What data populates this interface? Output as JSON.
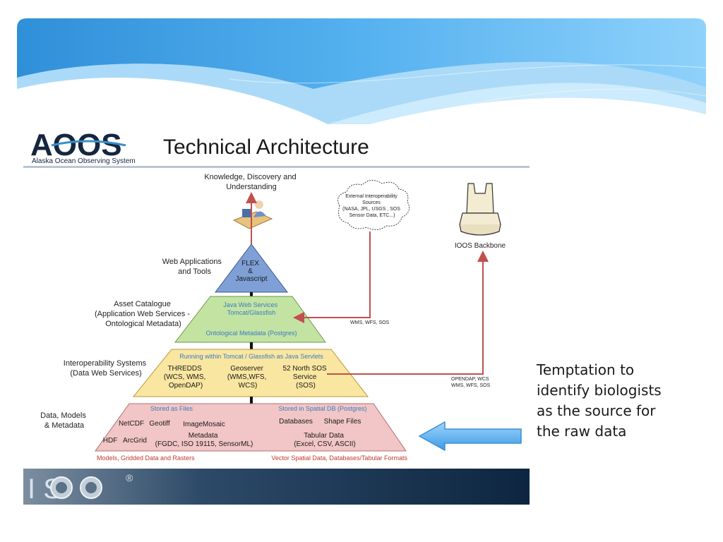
{
  "slide": {
    "caption_lines": [
      "Temptation to",
      "identify biologists",
      "as the source for",
      "the raw data"
    ]
  },
  "figure": {
    "logo": {
      "letters": "AOOS",
      "tagline": "Alaska Ocean Observing System"
    },
    "title": "Technical Architecture",
    "top_label": [
      "Knowledge, Discovery and",
      "Understanding"
    ],
    "external_sources": [
      "External Interoperability",
      "Sources",
      "(NASA, JPL, USGS , SOS",
      "Sensor Data, ETC...)"
    ],
    "backbone_label": "IOOS Backbone",
    "tiers": {
      "web_apps": {
        "side_label": [
          "Web Applications",
          "and Tools"
        ],
        "content": [
          "FLEX",
          "&",
          "Javascript"
        ]
      },
      "asset_catalogue": {
        "side_label": [
          "Asset Catalogue",
          "(Application Web Services -",
          "Ontological Metadata)"
        ],
        "title": [
          "Java Web Services",
          "Tomcat/Glassfish"
        ],
        "footer": "Ontological Metadata (Postgres)"
      },
      "interop": {
        "side_label": [
          "Interoperability Systems",
          "(Data Web Services)"
        ],
        "header": "Running within Tomcat / Glassfish as Java Servlets",
        "items": [
          [
            "THREDDS",
            "(WCS, WMS,",
            "OpenDAP)"
          ],
          [
            "Geoserver",
            "(WMS,WFS,",
            "WCS)"
          ],
          [
            "52 North SOS",
            "Service",
            "(SOS)"
          ]
        ]
      },
      "data": {
        "side_label": [
          "Data, Models",
          "& Metadata"
        ],
        "left_header": "Stored as Files",
        "right_header": "Stored in Spatial DB (Postgres)",
        "netcdf": "NetCDF",
        "geotiff": "Geotiff",
        "imagemosaic": "ImageMosaic",
        "hdf": "HDF",
        "arcgrid": "ArcGrid",
        "metadata": [
          "Metadata",
          "(FGDC, ISO 19115, SensorML)"
        ],
        "databases": "Databases",
        "shapefiles": "Shape Files",
        "tabular": [
          "Tabular Data",
          "(Excel, CSV, ASCII)"
        ],
        "bottom_left": "Models, Gridded Data and Rasters",
        "bottom_right": "Vector Spatial Data, Databases/Tabular Formats"
      }
    },
    "flow_labels": {
      "wms_wfs_sos": "WMS, WFS, SOS",
      "opendap": [
        "OPENDAP, WCS",
        "WMS, WFS, SOS"
      ]
    },
    "footer_logo": {
      "text": "I  S",
      "mark": "®"
    }
  },
  "colors": {
    "banner": "#3a9de0",
    "pyramid_blue": "#7ea0d6",
    "pyramid_green": "#c3e3a3",
    "pyramid_yellow": "#f9e6a0",
    "pyramid_pink": "#f2c6c6",
    "flow_arrow": "#c0504d",
    "footer_bar": "#102c48",
    "callout_arrow": "#5fb0f0"
  }
}
